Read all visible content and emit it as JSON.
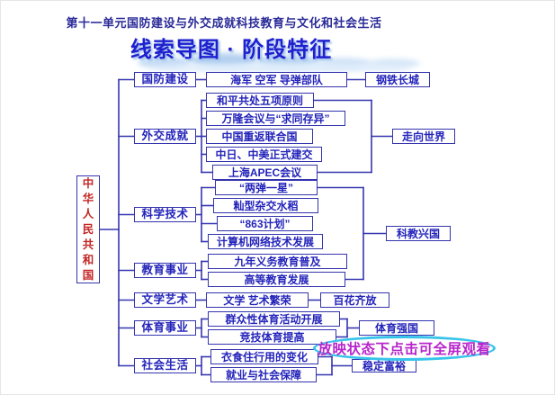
{
  "header": {
    "title": "第十一单元国防建设与外交成就科技教育与文化和社会生活",
    "subtitle": "线索导图 · 阶段特征"
  },
  "tree": {
    "root": "中华人民共和国",
    "branches": [
      {
        "label": "国防建设",
        "children": [
          "海军 空军 导弹部队"
        ],
        "result": "钢铁长城"
      },
      {
        "label": "外交成就",
        "children": [
          "和平共处五项原则",
          "万隆会议与“求同存异”",
          "中国重返联合国",
          "中日、中美正式建交",
          "上海APEC会议"
        ],
        "result": "走向世界"
      },
      {
        "label": "科学技术",
        "children": [
          "“两弹一星”",
          "籼型杂交水稻",
          "“863计划”",
          "计算机网络技术发展"
        ],
        "result": "科教兴国"
      },
      {
        "label": "教育事业",
        "children": [
          "九年义务教育普及",
          "高等教育发展"
        ]
      },
      {
        "label": "文学艺术",
        "children": [
          "文学 艺术繁荣"
        ],
        "result": "百花齐放"
      },
      {
        "label": "体育事业",
        "children": [
          "群众性体育活动开展",
          "竞技体育提高"
        ],
        "result": "体育强国"
      },
      {
        "label": "社会生活",
        "children": [
          "衣食住行用的变化",
          "就业与社会保障"
        ],
        "result": "稳定富裕"
      }
    ]
  },
  "annotation": {
    "note": "放映状态下点击可全屏观看"
  },
  "colors": {
    "title": "#2a2a99",
    "subtitle": "#1f1fd0",
    "box_border": "#3434ae",
    "box_text": "#2323bb",
    "root_text": "#c42626",
    "connector": "#3636b0",
    "note_text": "#b824cc",
    "note_border": "#38c4ea",
    "cloud_glow": "#b4d0f0"
  }
}
